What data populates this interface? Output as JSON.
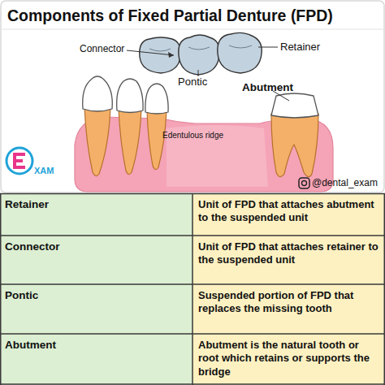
{
  "diagram": {
    "title": "Components of Fixed Partial Denture (FPD)",
    "labels": [
      "Connector",
      "Retainer",
      "Pontic",
      "Abutment",
      "Edentulous ridge",
      "XAM",
      "@dental_exam",
      "Retainer",
      "Unit of FPD that attaches abutment to the suspended unit",
      "Connector",
      "Unit of FPD that attaches retainer to the suspended unit",
      "Pontic",
      "Suspended portion of FPD that replaces the missing tooth",
      "Abutment",
      "Abutment is the natural tooth or root which retains or supports the bridge"
    ]
  }
}
